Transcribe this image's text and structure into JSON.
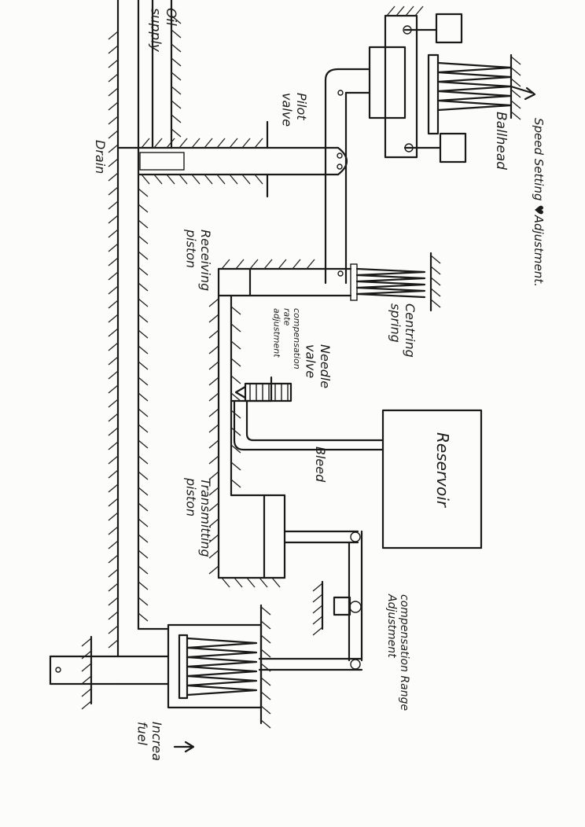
{
  "labels": {
    "oil_supply": "Oil\nsupply",
    "pilot_valve": "Pilot\nvalve",
    "drain": "Drain",
    "ballhead": "Ballhead",
    "speed_setting": "Speed Setting ♥Adjustment.",
    "receiving_piston": "Receiving\npiston",
    "centring_spring": "Centring\nspring",
    "needle_valve": "Needle\nvalve",
    "compensation_rate": "compensation\nrate\nadjustment",
    "bleed": "Bleed",
    "reservoir": "Reservoir",
    "transmitting_piston": "Transmitting\npiston",
    "compensation_range": "compensation Range\nAdjustment",
    "increase_fuel": "Increa\nfuel"
  }
}
